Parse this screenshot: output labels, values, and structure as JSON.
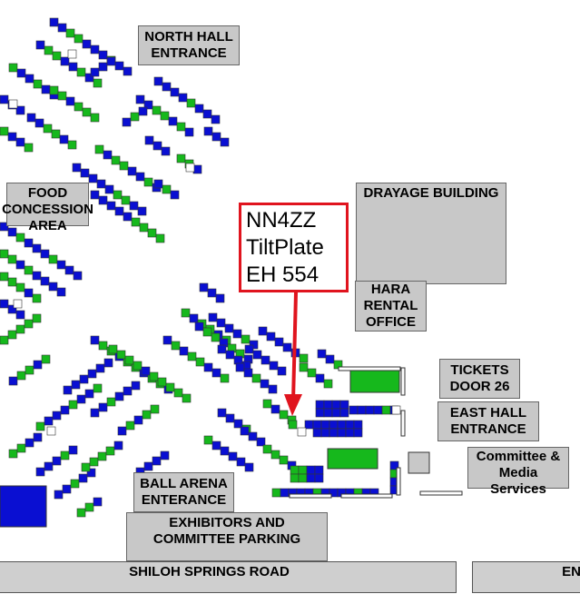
{
  "labels": {
    "north_hall": "NORTH HALL\nENTRANCE",
    "food": "FOOD\nCONCESSION\nAREA",
    "drayage": "DRAYAGE BUILDING",
    "hara": "HARA\nRENTAL\nOFFICE",
    "tickets": "TICKETS\nDOOR 26",
    "east_hall": "EAST HALL\nENTRANCE",
    "committee": "Committee &\nMedia\nServices",
    "ball_arena": "BALL ARENA\nENTERANCE",
    "exhibitors": "EXHIBITORS AND\nCOMMITTEE PARKING",
    "road_main": "SHILOH SPRINGS ROAD",
    "road_right": "EN"
  },
  "callout": {
    "line1": "NN4ZZ",
    "line2": "TiltPlate",
    "line3": "EH 554"
  },
  "colors": {
    "blue": "#0a0fd2",
    "green": "#16b81c",
    "arrow": "#e0141e",
    "label_bg": "#c8c8c8"
  }
}
